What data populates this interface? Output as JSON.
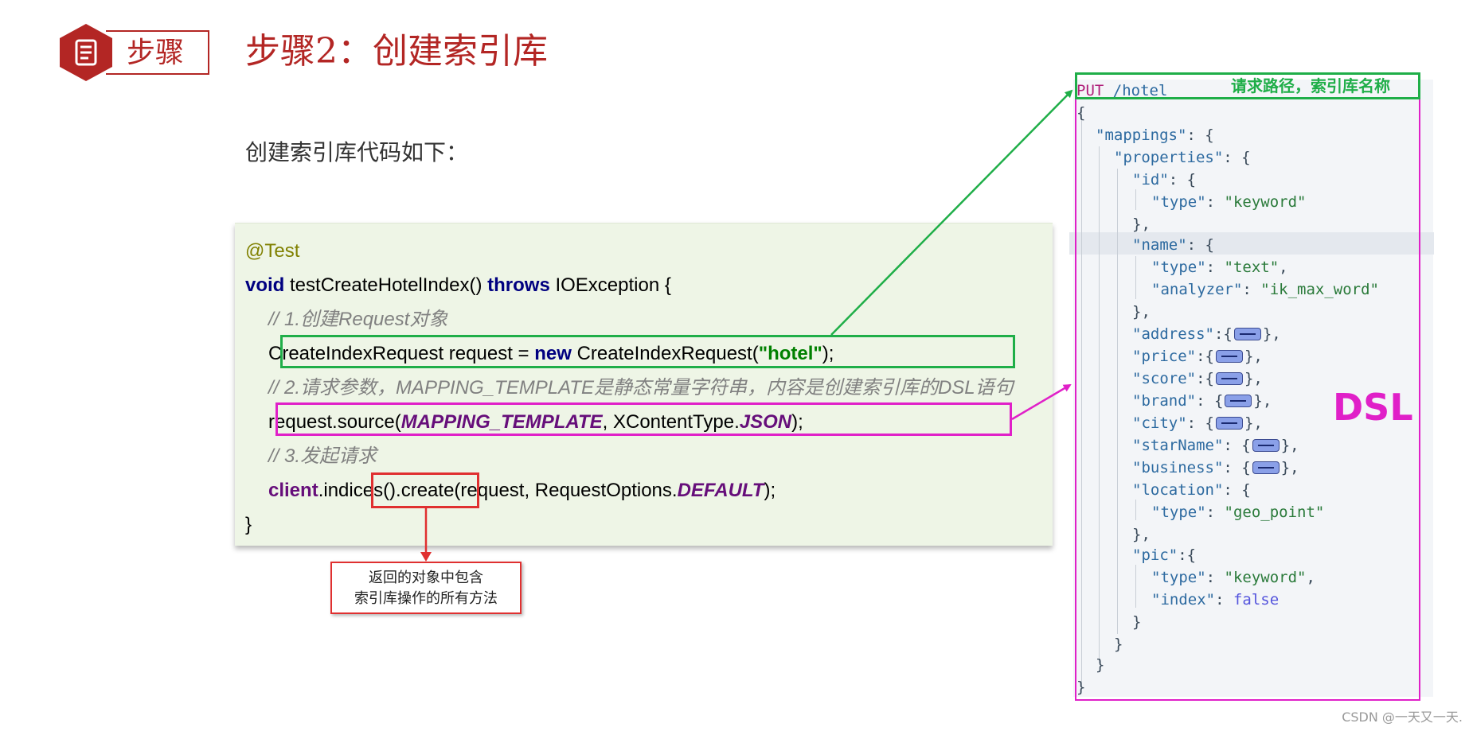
{
  "header": {
    "step_badge": "步骤",
    "title": "步骤2：创建索引库"
  },
  "intro": "创建索引库代码如下：",
  "java_code": {
    "annotation": "@Test",
    "method": {
      "kw_void": "void",
      "name": " testCreateHotelIndex() ",
      "kw_throws": "throws",
      "exception": " IOException {"
    },
    "comment1": "// 1.创建Request对象",
    "line_request": {
      "prefix": "CreateIndexRequest request = ",
      "kw_new": "new",
      "middle": " CreateIndexRequest(",
      "str": "\"hotel\"",
      "suffix": ");"
    },
    "comment2": "// 2.请求参数，MAPPING_TEMPLATE是静态常量字符串，内容是创建索引库的DSL语句",
    "line_source": {
      "prefix": "request.source(",
      "const": "MAPPING_TEMPLATE",
      "middle": ", XContentType.",
      "const2": "JSON",
      "suffix": ");"
    },
    "comment3": "// 3.发起请求",
    "line_create": {
      "field": "client",
      "middle": ".indices().create(request, RequestOptions.",
      "const": "DEFAULT",
      "suffix": ");"
    },
    "close": "}"
  },
  "callout_note": {
    "line1": "返回的对象中包含",
    "line2": "索引库操作的所有方法"
  },
  "dsl": {
    "method": "PUT",
    "path": " /hotel",
    "path_note": "请求路径，索引库名称",
    "big_label": "DSL",
    "lines": {
      "l2": "{",
      "l3_key": "\"mappings\"",
      "l3_rest": ": {",
      "l4_key": "\"properties\"",
      "l4_rest": ": {",
      "l5_key": "\"id\"",
      "l5_rest": ": {",
      "l6_key": "\"type\"",
      "l6_sep": ": ",
      "l6_val": "\"keyword\"",
      "l7": "},",
      "l8_key": "\"name\"",
      "l8_rest": ": {",
      "l9_key": "\"type\"",
      "l9_sep": ": ",
      "l9_val": "\"text\"",
      "l9_end": ",",
      "l10_key": "\"analyzer\"",
      "l10_sep": ": ",
      "l10_val": "\"ik_max_word\"",
      "l11": "},",
      "l12_key": "\"address\"",
      "l12_a": ":{",
      "l12_b": "},",
      "l13_key": "\"price\"",
      "l13_a": ":{",
      "l13_b": "},",
      "l14_key": "\"score\"",
      "l14_a": ":{",
      "l14_b": "},",
      "l15_key": "\"brand\"",
      "l15_a": ": {",
      "l15_b": "},",
      "l16_key": "\"city\"",
      "l16_a": ": {",
      "l16_b": "},",
      "l17_key": "\"starName\"",
      "l17_a": ": {",
      "l17_b": "},",
      "l18_key": "\"business\"",
      "l18_a": ": {",
      "l18_b": "},",
      "l19_key": "\"location\"",
      "l19_rest": ": {",
      "l20_key": "\"type\"",
      "l20_sep": ": ",
      "l20_val": "\"geo_point\"",
      "l21": "},",
      "l22_key": "\"pic\"",
      "l22_rest": ":{",
      "l23_key": "\"type\"",
      "l23_sep": ": ",
      "l23_val": "\"keyword\"",
      "l23_end": ",",
      "l24_key": "\"index\"",
      "l24_sep": ": ",
      "l24_val": "false",
      "l25": "}",
      "l26": "}",
      "l27": "}",
      "l28": "}"
    }
  },
  "colors": {
    "brand_red": "#b32624",
    "green": "#1fae48",
    "magenta": "#e020c8",
    "red": "#e03030"
  },
  "footer": "CSDN @一天又一天."
}
